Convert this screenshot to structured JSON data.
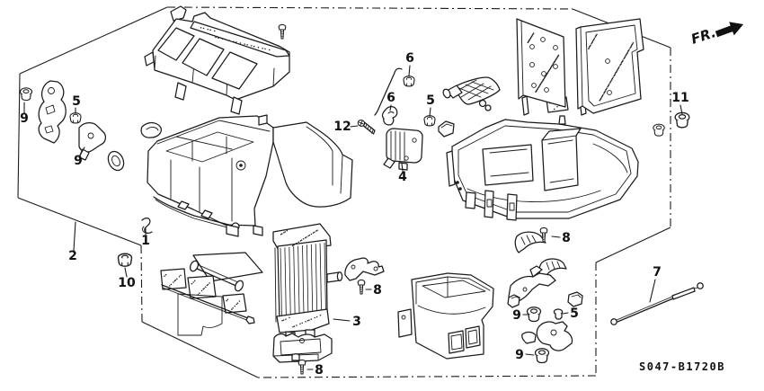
{
  "header": {
    "direction_label": "FR."
  },
  "footer": {
    "part_code": "S047-B1720B"
  },
  "callouts": [
    {
      "id": "9-grommet-left",
      "label": "9"
    },
    {
      "id": "5-nut-left",
      "label": "5"
    },
    {
      "id": "9-bracket-left",
      "label": "9"
    },
    {
      "id": "2-heater-unit",
      "label": "2"
    },
    {
      "id": "10-nut",
      "label": "10"
    },
    {
      "id": "1-clip",
      "label": "1"
    },
    {
      "id": "12-screw",
      "label": "12"
    },
    {
      "id": "6-nut",
      "label": "6"
    },
    {
      "id": "6-clip",
      "label": "6"
    },
    {
      "id": "5-nut-center",
      "label": "5"
    },
    {
      "id": "4-actuator",
      "label": "4"
    },
    {
      "id": "3-heater-core",
      "label": "3"
    },
    {
      "id": "8-screw-core",
      "label": "8"
    },
    {
      "id": "8-screw-holder",
      "label": "8"
    },
    {
      "id": "8-screw-case",
      "label": "8"
    },
    {
      "id": "7-cable",
      "label": "7"
    },
    {
      "id": "11-grommet",
      "label": "11"
    },
    {
      "id": "9-grommet-lower",
      "label": "9"
    },
    {
      "id": "5-clip-lower",
      "label": "5"
    },
    {
      "id": "9-grommet-bottom",
      "label": "9"
    }
  ]
}
